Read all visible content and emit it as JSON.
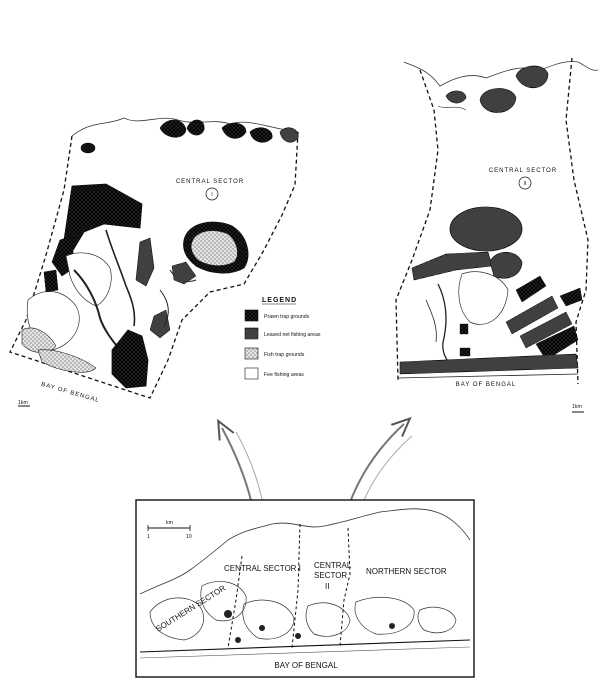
{
  "map_left": {
    "sector_label": "CENTRAL SECTOR",
    "sector_number": "I",
    "bay_label": "BAY OF BENGAL",
    "scale_label": "1km"
  },
  "map_right": {
    "sector_label": "CENTRAL SECTOR",
    "sector_number": "II",
    "bay_label": "BAY OF BENGAL",
    "scale_label": "1km"
  },
  "legend": {
    "title": "LEGEND",
    "items": [
      {
        "label": "Prawn trap grounds",
        "pattern": "dark-crosshatch"
      },
      {
        "label": "Leased net fishing areas",
        "pattern": "hatched"
      },
      {
        "label": "Fish trap grounds",
        "pattern": "stipple"
      },
      {
        "label": "Fee fishing areas",
        "pattern": "blank"
      }
    ]
  },
  "inset": {
    "scale_label": "km",
    "scale_ticks": [
      "1",
      "10"
    ],
    "sector_labels": {
      "central_1": "CENTRAL SECTOR I",
      "central_2_line1": "CENTRAL",
      "central_2_line2": "SECTOR",
      "central_2_line3": "II",
      "northern": "NORTHERN SECTOR",
      "southern": "SOUTHERN SECTOR"
    },
    "bay_label": "BAY OF BENGAL"
  },
  "colors": {
    "ink": "#111111",
    "dark_fill": "#1a1a1a",
    "hatch_fill": "#5a5a5a",
    "stipple_fill": "#c8c8c8",
    "paper": "#ffffff"
  }
}
